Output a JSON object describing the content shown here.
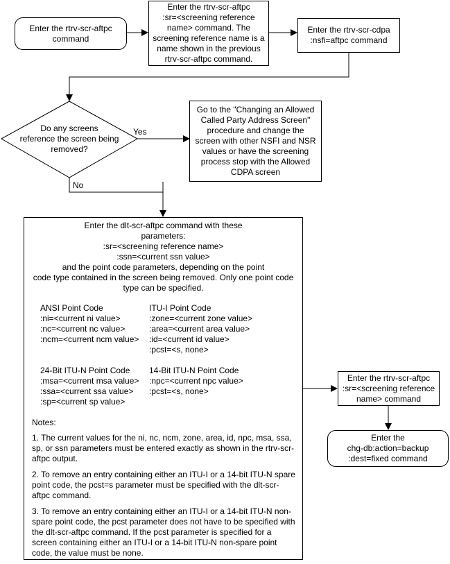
{
  "start": {
    "lines": [
      "Enter the rtrv-scr-aftpc",
      "command"
    ]
  },
  "step1": {
    "lines": [
      "Enter the rtrv-scr-aftpc",
      ":sr=<screening reference",
      "name> command. The",
      "screening reference name is a",
      "name shown in the previous",
      "rtrv-scr-aftpc command."
    ]
  },
  "step2": {
    "lines": [
      "Enter the rtrv-scr-cdpa",
      ":nsfi=aftpc  command"
    ]
  },
  "decision": {
    "lines": [
      "Do any screens",
      "reference the screen being",
      "removed?"
    ],
    "yes": "Yes",
    "no": "No"
  },
  "goto_box": {
    "lines": [
      "Go to the \"Changing an Allowed",
      "Called Party Address Screen\"",
      "procedure and change the",
      "screen with other NSFI and NSR",
      "values or have the screening",
      "process stop with the Allowed",
      "CDPA screen"
    ]
  },
  "dlt": {
    "intro": [
      "Enter the dlt-scr-aftpc command with these",
      "parameters:",
      ":sr=<screening reference name>",
      ":ssn=<current ssn value>",
      "and the point code parameters, depending on the point",
      "code type contained in the screen being removed. Only one point code",
      "type can be specified."
    ],
    "ansi": [
      "ANSI Point Code",
      ":ni=<current ni value>",
      ":nc=<current nc value>",
      ":ncm=<current ncm value>"
    ],
    "itui": [
      "ITU-I Point Code",
      ":zone=<current zone value>",
      ":area=<current area value>",
      ":id=<current id value>",
      ":pcst=<s, none>"
    ],
    "itun24": [
      "24-Bit ITU-N Point Code",
      ":msa=<current msa value>",
      ":ssa=<current ssa value>",
      ":sp=<current sp value>"
    ],
    "itun14": [
      "14-Bit ITU-N Point Code",
      ":npc=<current npc value>",
      ":pcst=<s, none>"
    ],
    "notes_title": "Notes:",
    "notes": [
      "1. The current values for the ni, nc, ncm, zone, area, id, npc, msa, ssa, sp, or ssn parameters must be entered exactly as shown in the rtrv-scr-aftpc output.",
      "2. To remove an entry containing either an ITU-I or a 14-bit ITU-N spare point code, the pcst=s parameter must be specified with the dlt-scr-aftpc command.",
      "3. To remove an entry containing either an ITU-I or a 14-bit ITU-N non-spare point code, the pcst parameter does not have to be specified with the dlt-scr-aftpc command.  If the pcst parameter is specified for a screen containing either an ITU-I or a 14-bit ITU-N non-spare point code, the value must be none."
    ]
  },
  "step3": {
    "lines": [
      "Enter the rtrv-scr-aftpc",
      ":sr=<screening reference",
      "name> command"
    ]
  },
  "end": {
    "lines": [
      "Enter the",
      "chg-db:action=backup",
      ":dest=fixed command"
    ]
  }
}
